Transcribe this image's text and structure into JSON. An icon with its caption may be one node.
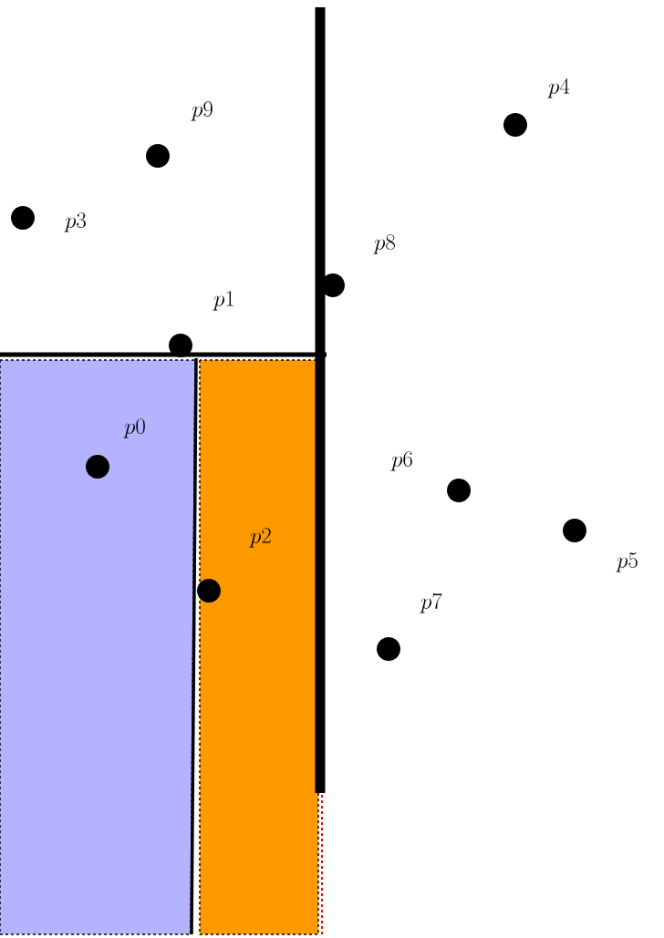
{
  "diagram": {
    "labels": [
      "p4",
      "p9",
      "p3",
      "p8",
      "p1",
      "p0",
      "p6",
      "p2",
      "p5",
      "p7"
    ]
  }
}
